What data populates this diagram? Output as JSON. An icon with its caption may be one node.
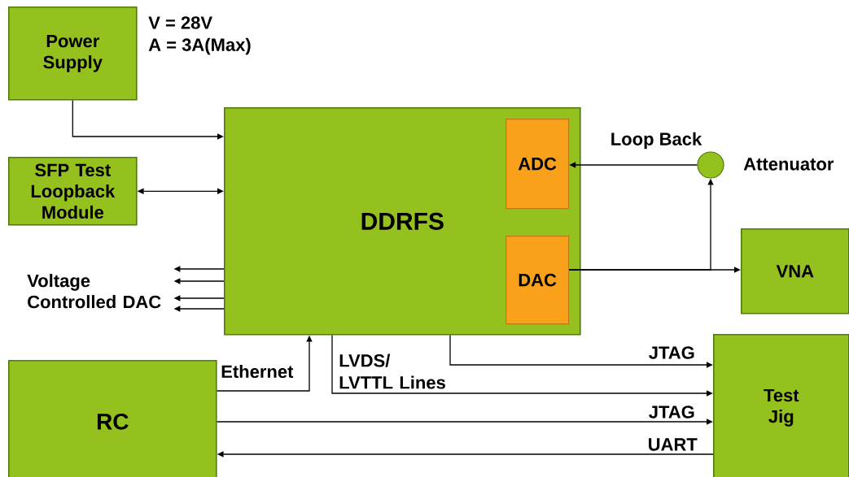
{
  "diagram": {
    "nodes": [
      {
        "text": [
          "Power Supply"
        ],
        "beside": [
          "V = 28V",
          "A = 3A(Max)"
        ]
      },
      {
        "text": [
          "DDRFS"
        ]
      },
      {
        "text": [
          "ADC"
        ],
        "in": 1
      },
      {
        "text": [
          "DAC"
        ],
        "in": 1
      },
      {
        "text": [
          "SFP Test Loopback Module"
        ]
      },
      {
        "text": [],
        "shape": "circle",
        "beside": [
          "Attenuator"
        ]
      },
      {
        "text": [
          "VNA"
        ]
      },
      {
        "text": [
          "Voltage Controlled DAC"
        ]
      },
      {
        "text": [
          "RC"
        ]
      },
      {
        "text": [
          "Test Jig"
        ]
      }
    ],
    "edges": [
      {
        "from": 0,
        "to": 1,
        "arrow": "to"
      },
      {
        "from": 4,
        "to": 1,
        "arrow": "both"
      },
      {
        "from": 1,
        "to": 7,
        "arrow": "to"
      },
      {
        "from": 1,
        "to": 7,
        "arrow": "to"
      },
      {
        "from": 1,
        "to": 7,
        "arrow": "to"
      },
      {
        "from": 1,
        "to": 7,
        "arrow": "to"
      },
      {
        "from": 8,
        "to": 1,
        "arrow": "to",
        "label": "Ethernet"
      },
      {
        "from": 1,
        "to": 9,
        "arrow": "to",
        "label": "JTAG"
      },
      {
        "from": 1,
        "to": 9,
        "arrow": "to",
        "label": "LVDS/ LVTTL Lines"
      },
      {
        "from": 8,
        "to": 9,
        "arrow": "to",
        "label": "JTAG"
      },
      {
        "from": 9,
        "to": 8,
        "arrow": "to",
        "label": "UART"
      },
      {
        "from": 5,
        "to": 2,
        "arrow": "to",
        "label": "Loop Back"
      },
      {
        "from": 3,
        "to": 6,
        "arrow": "to"
      },
      {
        "from": 3,
        "to": 5,
        "arrow": "to"
      }
    ]
  }
}
